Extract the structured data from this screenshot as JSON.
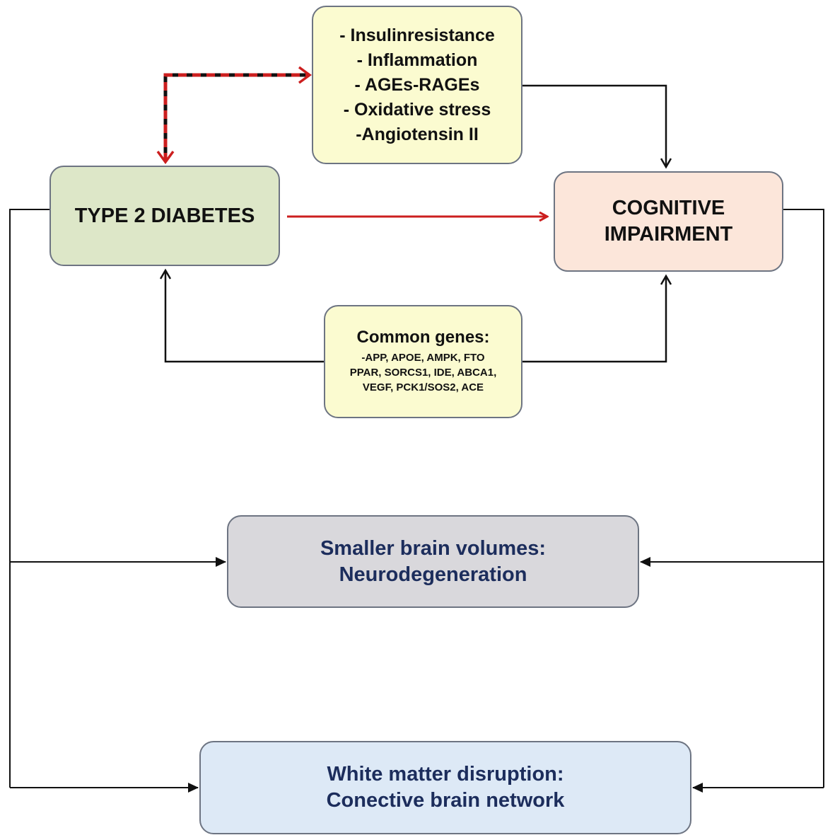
{
  "mechanisms": {
    "items": [
      "- Insulinresistance",
      "- Inflammation",
      "- AGEs-RAGEs",
      "- Oxidative stress",
      "-Angiotensin II"
    ]
  },
  "type2_diabetes": {
    "label": "TYPE 2 DIABETES"
  },
  "cognitive_impairment": {
    "line1": "COGNITIVE",
    "line2": "IMPAIRMENT"
  },
  "common_genes": {
    "heading": "Common genes:",
    "lines": [
      "-APP, APOE, AMPK, FTO",
      "PPAR, SORCS1, IDE, ABCA1,",
      "VEGF, PCK1/SOS2, ACE"
    ]
  },
  "brain_volumes": {
    "line1": "Smaller brain volumes:",
    "line2": "Neurodegeneration"
  },
  "white_matter": {
    "line1": "White matter disruption:",
    "line2": "Conective brain network"
  },
  "colors": {
    "red_arrow": "#cc1f1f",
    "black_line": "#111111",
    "yellow_box": "#fbfbd0",
    "green_box": "#dde7c8",
    "peach_box": "#fce6da",
    "grey_box": "#d9d8dc",
    "blue_box": "#dde9f6",
    "navy_text": "#1c2d5c"
  }
}
